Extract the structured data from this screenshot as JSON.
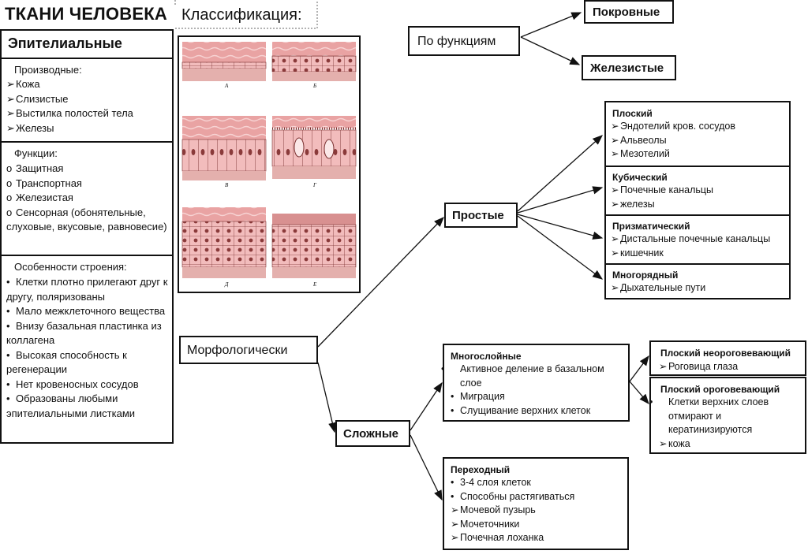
{
  "title": "ТКАНИ ЧЕЛОВЕКА",
  "classification_label": "Классификация:",
  "left_panel": {
    "heading": "Эпителиальные",
    "derivatives": {
      "title": "Производные:",
      "items": [
        "Кожа",
        "Слизистые",
        "Выстилка полостей тела",
        "Железы"
      ]
    },
    "functions": {
      "title": "Функции:",
      "items": [
        "Защитная",
        "Транспортная",
        "Железистая",
        "Сенсорная (обонятельные, слуховые, вкусовые, равновесие)"
      ]
    },
    "features": {
      "title": "Особенности строения:",
      "items": [
        "Клетки плотно прилегают друг к другу, поляризованы",
        "Мало межклеточного вещества",
        "Внизу базальная пластинка из коллагена",
        "Высокая способность к регенерации",
        "Нет кровеносных сосудов",
        "Образованы любыми эпителиальными листками"
      ]
    }
  },
  "figure_letters": [
    "А",
    "Б",
    "В",
    "Г",
    "Д",
    "Е"
  ],
  "by_function": {
    "label": "По функциям",
    "children": [
      "Покровные",
      "Железистые"
    ]
  },
  "morph": {
    "label": "Морфологически"
  },
  "simple": {
    "label": "Простые",
    "types": [
      {
        "name": "Плоский",
        "items": [
          "Эндотелий кров. сосудов",
          "Альвеолы",
          "Мезотелий"
        ]
      },
      {
        "name": "Кубический",
        "items": [
          "Почечные канальцы",
          "железы"
        ]
      },
      {
        "name": "Призматический",
        "items": [
          "Дистальные почечные канальцы",
          "кишечник"
        ]
      },
      {
        "name": "Многорядный",
        "items": [
          "Дыхательные пути"
        ]
      }
    ]
  },
  "complex": {
    "label": "Сложные",
    "multilayer": {
      "name": "Многослойные",
      "items": [
        "Активное деление в базальном слое",
        "Миграция",
        "Слущивание верхних клеток"
      ]
    },
    "transitional": {
      "name": "Переходный",
      "bullets": [
        "3-4 слоя клеток",
        "Способны растягиваться"
      ],
      "checks": [
        "Мочевой пузырь",
        "Мочеточники",
        "Почечная лоханка"
      ]
    }
  },
  "squamous": [
    {
      "name": "Плоский неороговевающий",
      "items": [
        "Роговица глаза"
      ]
    },
    {
      "name": "Плоский ороговевающий",
      "bullets": [
        "Клетки верхних слоев отмирают и кератинизируются"
      ],
      "checks": [
        "кожа"
      ]
    }
  ],
  "colors": {
    "tissue_pink": "#e89a9a",
    "tissue_light": "#f6cfcf",
    "cell_outline": "#6b2a2a",
    "border": "#111111"
  }
}
